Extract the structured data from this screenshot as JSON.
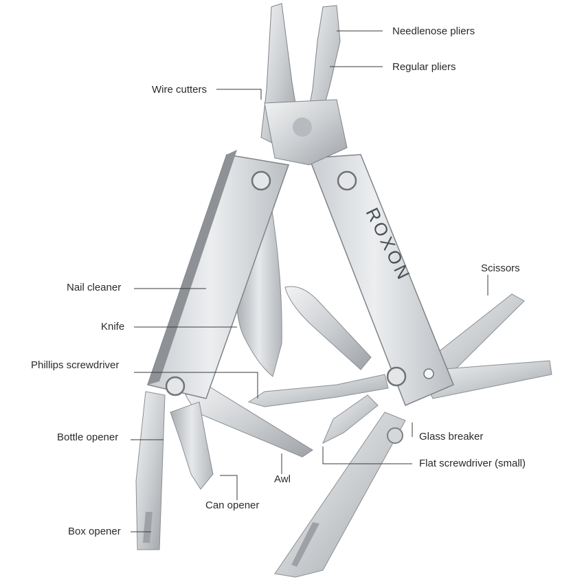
{
  "callouts": {
    "needlenose_pliers": "Needlenose pliers",
    "regular_pliers": "Regular pliers",
    "wire_cutters": "Wire cutters",
    "scissors": "Scissors",
    "nail_cleaner": "Nail cleaner",
    "knife": "Knife",
    "phillips_screwdriver": "Phillips screwdriver",
    "bottle_opener": "Bottle opener",
    "glass_breaker": "Glass breaker",
    "flat_screwdriver_small": "Flat screwdriver (small)",
    "awl": "Awl",
    "can_opener": "Can opener",
    "box_opener": "Box opener"
  },
  "brand_logo": "ROXON",
  "colors": {
    "steel_light": "#e2e4e6",
    "steel_mid": "#c4c7ca",
    "steel_dark": "#8e9296",
    "text": "#2a2a2a",
    "leader": "#3a3a3a"
  }
}
